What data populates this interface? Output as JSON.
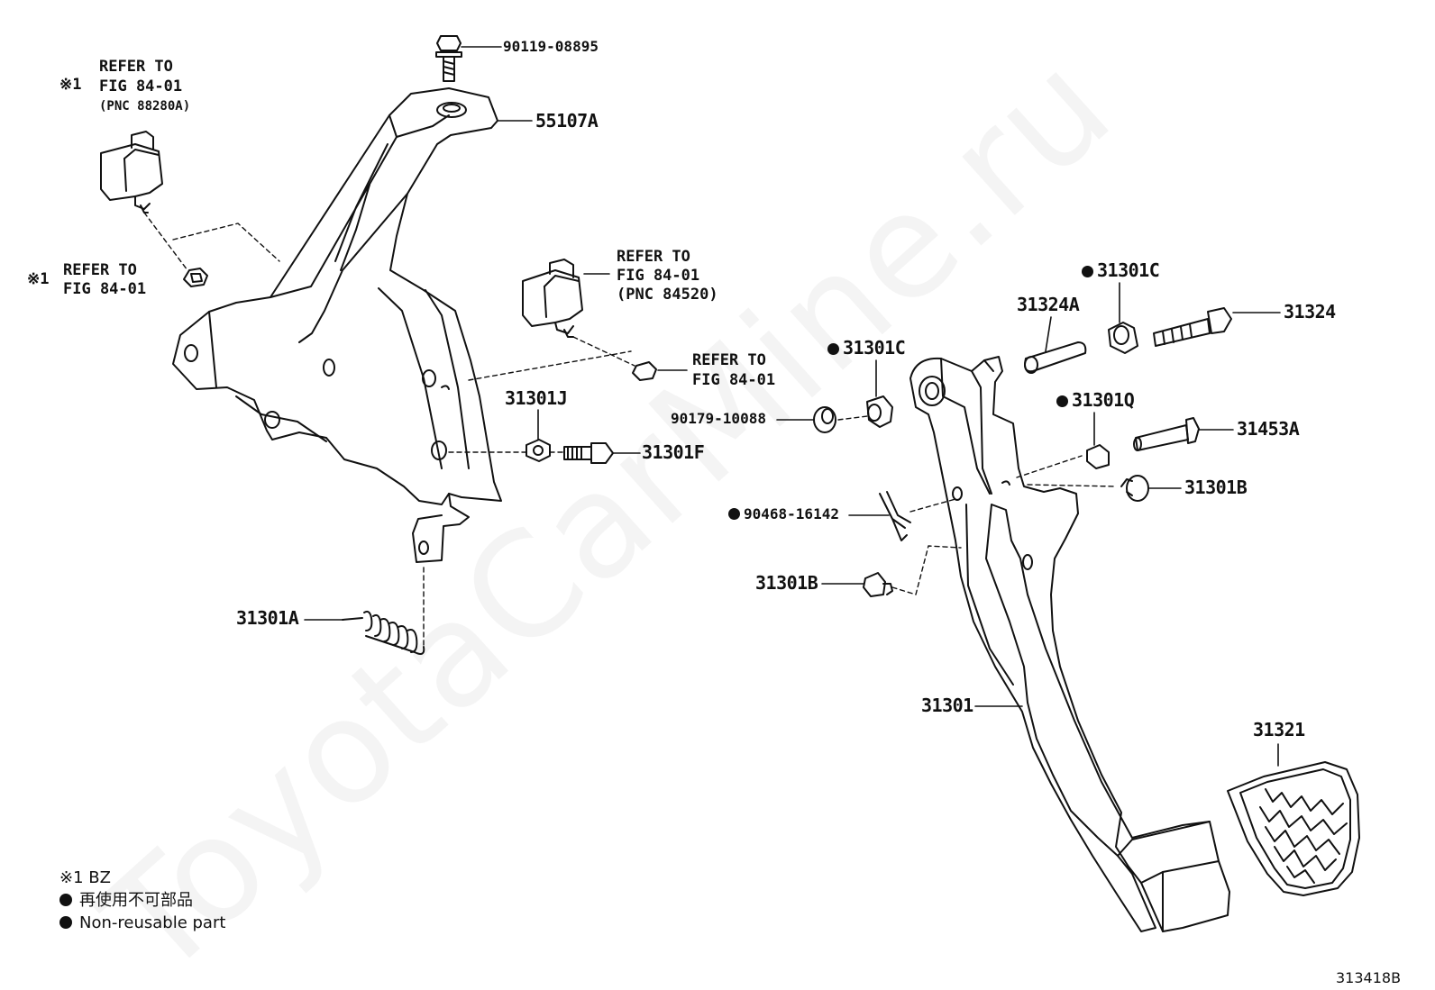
{
  "watermark": "ToyotaCarMine.ru",
  "figure_number": "313418B",
  "parts": {
    "p90119": "90119-08895",
    "p55107A": "55107A",
    "p31301J": "31301J",
    "p31301F": "31301F",
    "p31301A": "31301A",
    "p90179": "90179-10088",
    "p31301C_mid": "31301C",
    "p31324A": "31324A",
    "p31301C_top": "31301C",
    "p31324": "31324",
    "p31301Q": "31301Q",
    "p31453A": "31453A",
    "p31301B_right": "31301B",
    "p90468": "90468-16142",
    "p31301B_left": "31301B",
    "p31301": "31301",
    "p31321": "31321"
  },
  "refs": {
    "ref1": {
      "mark": "※1",
      "line1": "REFER TO",
      "line2": "FIG 84-01",
      "line3": "(PNC 88280A)"
    },
    "ref2": {
      "mark": "※1",
      "line1": "REFER TO",
      "line2": "FIG 84-01"
    },
    "ref3": {
      "line1": "REFER TO",
      "line2": "FIG 84-01",
      "line3": "(PNC 84520)"
    },
    "ref4": {
      "line1": "REFER TO",
      "line2": "FIG 84-01"
    }
  },
  "legend": {
    "line1": "※1  BZ",
    "line2": "再使用不可部品",
    "line3": "Non-reusable part"
  }
}
